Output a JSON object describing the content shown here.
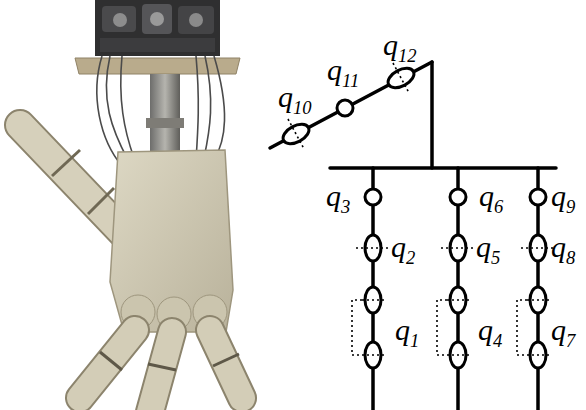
{
  "diagram": {
    "labels": [
      "q10",
      "q11",
      "q12",
      "q3",
      "q6",
      "q9",
      "q2",
      "q5",
      "q8",
      "q1",
      "q4",
      "q7"
    ]
  }
}
